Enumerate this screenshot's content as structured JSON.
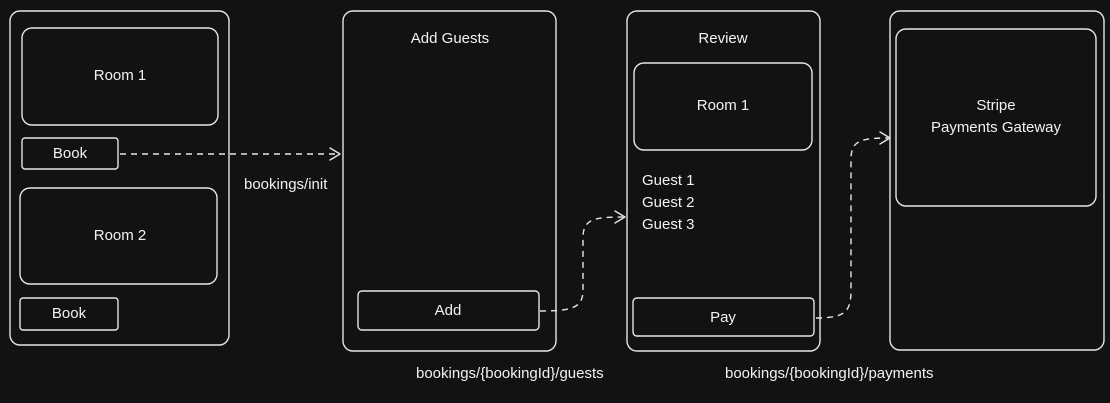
{
  "screens": {
    "rooms": {
      "room1": "Room 1",
      "book1": "Book",
      "room2": "Room 2",
      "book2": "Book"
    },
    "guests": {
      "title": "Add Guests",
      "add_button": "Add"
    },
    "review": {
      "title": "Review",
      "room": "Room 1",
      "guests": [
        "Guest 1",
        "Guest 2",
        "Guest 3"
      ],
      "pay_button": "Pay"
    },
    "gateway": {
      "line1": "Stripe",
      "line2": "Payments Gateway"
    }
  },
  "endpoints": {
    "init": "bookings/init",
    "guests": "bookings/{bookingId}/guests",
    "payments": "bookings/{bookingId}/payments"
  },
  "colors": {
    "background": "#121212",
    "stroke": "#e6e6e6",
    "text": "#f2f2f2"
  }
}
